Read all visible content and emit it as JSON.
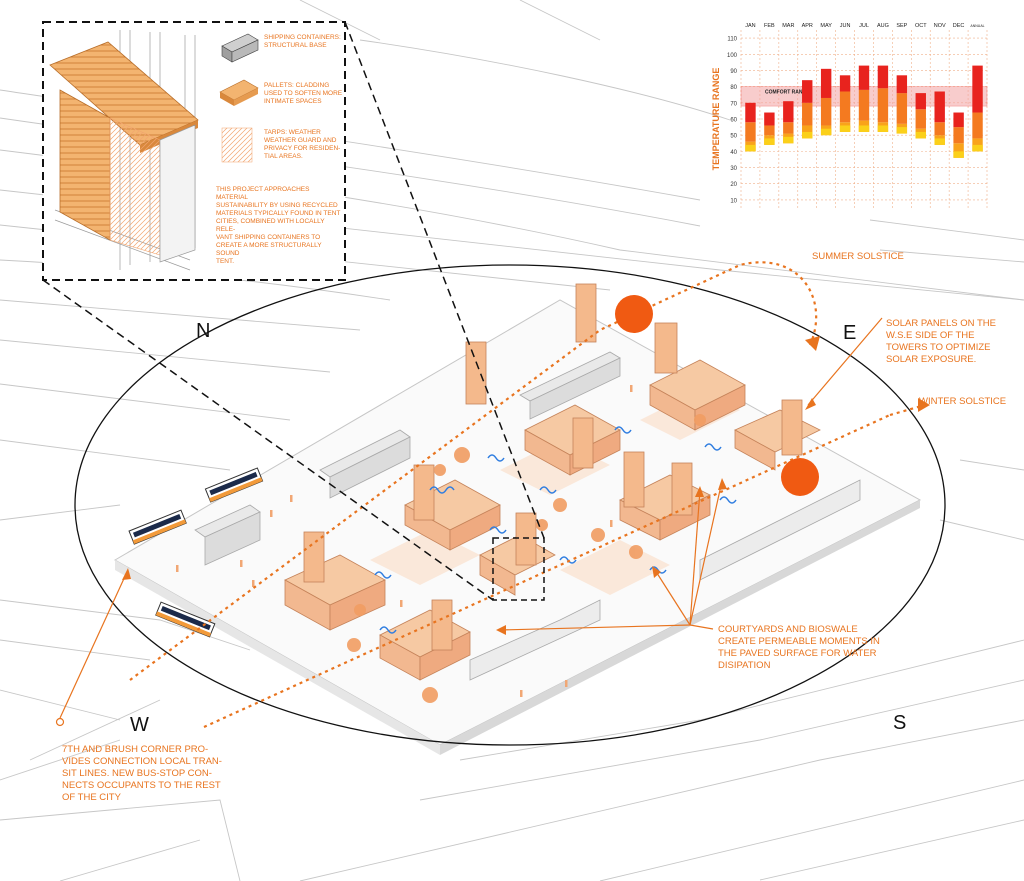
{
  "compass": {
    "n": "N",
    "e": "E",
    "s": "S",
    "w": "W"
  },
  "annotations": {
    "summer_solstice": "SUMMER SOLSTICE",
    "winter_solstice": "WINTER SOLSTICE",
    "solar_panels": "SOLAR PANELS ON THE\nW.S.E  SIDE OF THE\nTOWERS TO OPTIMIZE\nSOLAR EXPOSURE.",
    "courtyards": "COURTYARDS AND BIOSWALE\nCREATE PERMEABLE MOMENTS IN\nTHE PAVED SURFACE FOR WATER\nDISIPATION",
    "transit": "7TH AND BRUSH CORNER PRO-\nVIDES CONNECTION LOCAL TRAN-\nSIT LINES. NEW BUS-STOP CON-\nNECTS OCCUPANTS TO THE REST\nOF THE CITY"
  },
  "legend": {
    "containers": "SHIPPING CONTAINERS:\nSTRUCTURAL BASE",
    "pallets": "PALLETS: CLADDING\nUSED TO SOFTEN MORE\nINTIMATE SPACES",
    "tarps": "TARPS: WEATHER\nWEATHER GUARD AND\nPRIVACY FOR RESIDEN-\nTIAL AREAS.",
    "paragraph": "THIS PROJECT APPROACHES MATERIAL\nSUSTAINABILITY BY USING RECYCLED\nMATERIALS TYPICALLY FOUND IN TENT\nCITIES, COMBINED WITH LOCALLY RELE-\nVANT SHIPPING CONTAINERS TO\nCREATE A MORE STRUCTURALLY SOUND\nTENT."
  },
  "colors": {
    "accent": "#e8741f",
    "sun": "#f05a12",
    "building": "#f6c9a3",
    "red": "#e8231e",
    "orange": "#f47a20",
    "amber": "#f9a31b",
    "yellow": "#fbd01a",
    "water": "#2f7de0"
  },
  "chart_data": {
    "type": "bar",
    "categories": [
      "JAN",
      "FEB",
      "MAR",
      "APR",
      "MAY",
      "JUN",
      "JUL",
      "AUG",
      "SEP",
      "OCT",
      "NOV",
      "DEC",
      "ANNUAL"
    ],
    "series": [
      {
        "values": [
          [
            40,
            46
          ],
          [
            44,
            50
          ],
          [
            45,
            51
          ],
          [
            48,
            56
          ],
          [
            50,
            56
          ],
          [
            52,
            58
          ],
          [
            52,
            59
          ],
          [
            52,
            58
          ],
          [
            51,
            57
          ],
          [
            48,
            54
          ],
          [
            44,
            50
          ],
          [
            36,
            45
          ],
          [
            40,
            48
          ]
        ]
      },
      {
        "values": [
          [
            46,
            58
          ],
          [
            50,
            56
          ],
          [
            51,
            58
          ],
          [
            56,
            70
          ],
          [
            56,
            73
          ],
          [
            58,
            77
          ],
          [
            59,
            78
          ],
          [
            58,
            79
          ],
          [
            57,
            76
          ],
          [
            54,
            66
          ],
          [
            50,
            58
          ],
          [
            45,
            55
          ],
          [
            48,
            64
          ]
        ]
      },
      {
        "values": [
          [
            58,
            70
          ],
          [
            56,
            64
          ],
          [
            58,
            71
          ],
          [
            70,
            84
          ],
          [
            73,
            91
          ],
          [
            77,
            87
          ],
          [
            78,
            93
          ],
          [
            79,
            93
          ],
          [
            76,
            87
          ],
          [
            66,
            76
          ],
          [
            58,
            77
          ],
          [
            55,
            64
          ],
          [
            64,
            93
          ]
        ]
      }
    ],
    "ylabel": "TEMPERATURE RANGE",
    "yticks": [
      10,
      20,
      30,
      40,
      50,
      60,
      70,
      80,
      90,
      100,
      110
    ],
    "ylim": [
      5,
      115
    ],
    "comfort_band": {
      "label": "COMFORT RANGE",
      "range": [
        68,
        80
      ]
    },
    "grid": true
  }
}
